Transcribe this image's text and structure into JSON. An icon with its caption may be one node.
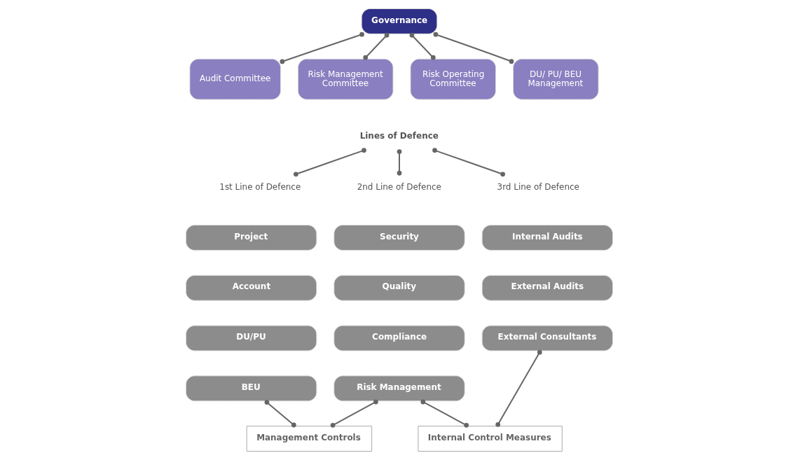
{
  "diagram": {
    "nodes": [
      {
        "text": [
          "Governance"
        ]
      },
      {
        "text": [
          "Audit Committee"
        ]
      },
      {
        "text": [
          "Risk Management Committee"
        ]
      },
      {
        "text": [
          "Risk Operating Committee"
        ]
      },
      {
        "text": [
          "DU/ PU/ BEU Management"
        ]
      },
      {
        "text": [
          "Lines of Defence"
        ]
      },
      {
        "text": [
          "1st Line of Defence"
        ]
      },
      {
        "text": [
          "Project"
        ]
      },
      {
        "text": [
          "Account"
        ]
      },
      {
        "text": [
          "DU/PU"
        ]
      },
      {
        "text": [
          "BEU"
        ]
      },
      {
        "text": [
          "2nd Line of Defence"
        ]
      },
      {
        "text": [
          "Security"
        ]
      },
      {
        "text": [
          "Quality"
        ]
      },
      {
        "text": [
          "Compliance"
        ]
      },
      {
        "text": [
          "Risk Management"
        ]
      },
      {
        "text": [
          "3rd Line of Defence"
        ]
      },
      {
        "text": [
          "Internal Audits"
        ]
      },
      {
        "text": [
          "External Audits"
        ]
      },
      {
        "text": [
          "External Consultants"
        ]
      },
      {
        "text": [
          "Management Controls"
        ]
      },
      {
        "text": [
          "Internal Control Measures"
        ]
      }
    ],
    "edges": [
      {
        "from": 0,
        "to": 1,
        "arrow": "other"
      },
      {
        "from": 0,
        "to": 2,
        "arrow": "other"
      },
      {
        "from": 0,
        "to": 3,
        "arrow": "other"
      },
      {
        "from": 0,
        "to": 4,
        "arrow": "other"
      },
      {
        "from": 5,
        "to": 6,
        "arrow": "other"
      },
      {
        "from": 5,
        "to": 11,
        "arrow": "other"
      },
      {
        "from": 5,
        "to": 16,
        "arrow": "other"
      },
      {
        "from": 10,
        "to": 20,
        "arrow": "other"
      },
      {
        "from": 15,
        "to": 20,
        "arrow": "other"
      },
      {
        "from": 15,
        "to": 21,
        "arrow": "other"
      },
      {
        "from": 19,
        "to": 21,
        "arrow": "other"
      }
    ]
  }
}
